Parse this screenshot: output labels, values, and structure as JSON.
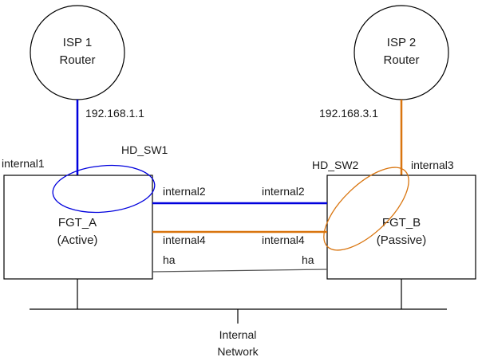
{
  "colors": {
    "isp1_link": "#0000dd",
    "isp2_link": "#d9750f",
    "ha_link": "#555555",
    "outline": "#000000"
  },
  "nodes": {
    "isp1": {
      "line1": "ISP 1",
      "line2": "Router"
    },
    "isp2": {
      "line1": "ISP 2",
      "line2": "Router"
    },
    "fgt_a": {
      "line1": "FGT_A",
      "line2": "(Active)"
    },
    "fgt_b": {
      "line1": "FGT_B",
      "line2": "(Passive)"
    },
    "internal_network": {
      "line1": "Internal",
      "line2": "Network"
    }
  },
  "labels": {
    "isp1_ip": "192.168.1.1",
    "isp2_ip": "192.168.3.1",
    "hd_sw1": "HD_SW1",
    "hd_sw2": "HD_SW2",
    "a_internal1": "internal1",
    "a_internal2": "internal2",
    "a_internal4": "internal4",
    "a_ha": "ha",
    "b_internal3": "internal3",
    "b_internal2": "internal2",
    "b_internal4": "internal4",
    "b_ha": "ha"
  }
}
